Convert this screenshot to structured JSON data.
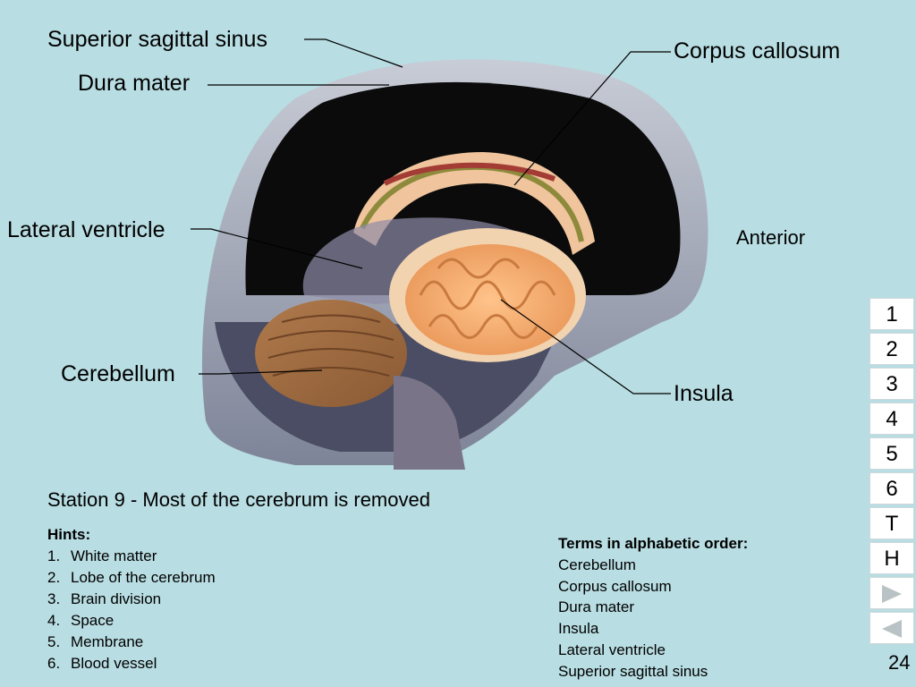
{
  "labels": {
    "superior_sagittal_sinus": "Superior sagittal sinus",
    "dura_mater": "Dura mater",
    "corpus_callosum": "Corpus callosum",
    "lateral_ventricle": "Lateral ventricle",
    "cerebellum": "Cerebellum",
    "insula": "Insula",
    "anterior": "Anterior"
  },
  "caption": "Station 9 - Most of the cerebrum is removed",
  "hints": {
    "title": "Hints:",
    "items": [
      {
        "num": "1.",
        "text": "White matter"
      },
      {
        "num": "2.",
        "text": "Lobe of the cerebrum"
      },
      {
        "num": "3.",
        "text": "Brain division"
      },
      {
        "num": "4.",
        "text": "Space"
      },
      {
        "num": "5.",
        "text": "Membrane"
      },
      {
        "num": "6.",
        "text": "Blood vessel"
      }
    ]
  },
  "terms": {
    "title": "Terms in alphabetic order:",
    "items": [
      "Cerebellum",
      "Corpus callosum",
      "Dura mater",
      "Insula",
      "Lateral ventricle",
      "Superior sagittal sinus"
    ]
  },
  "nav": {
    "b1": "1",
    "b2": "2",
    "b3": "3",
    "b4": "4",
    "b5": "5",
    "b6": "6",
    "bT": "T",
    "bH": "H",
    "next_icon": "play-right-icon",
    "prev_icon": "play-left-icon"
  },
  "page_number": "24",
  "colors": {
    "background": "#b8dde2",
    "nav_arrow": "#b9c2c4"
  }
}
